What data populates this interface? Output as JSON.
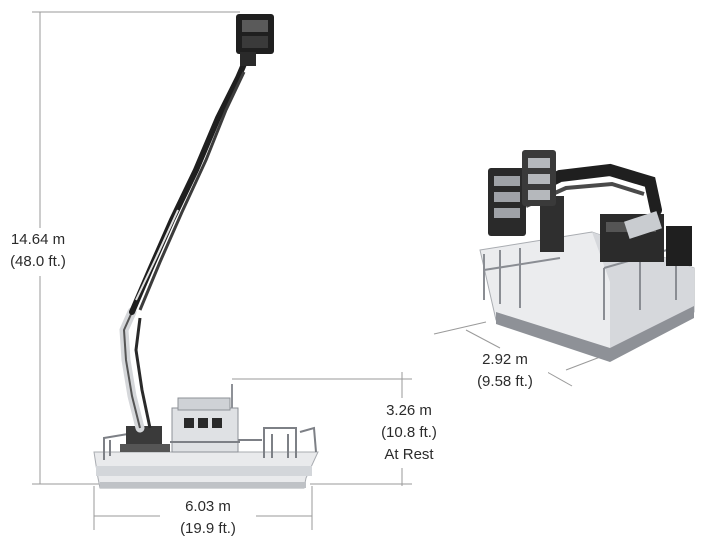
{
  "dimensions": {
    "height": {
      "metric": "14.64 m",
      "imperial": "(48.0 ft.)"
    },
    "length": {
      "metric": "6.03 m",
      "imperial": "(19.9 ft.)"
    },
    "rest_height": {
      "metric": "3.26 m",
      "imperial": "(10.8 ft.)",
      "note": "At Rest"
    },
    "width": {
      "metric": "2.92 m",
      "imperial": "(9.58 ft.)"
    }
  },
  "colors": {
    "dimension_line": "#9a9a9a",
    "machine_dark": "#1f1f1f",
    "machine_light": "#e9eaec",
    "machine_mid": "#bfc2c6"
  }
}
